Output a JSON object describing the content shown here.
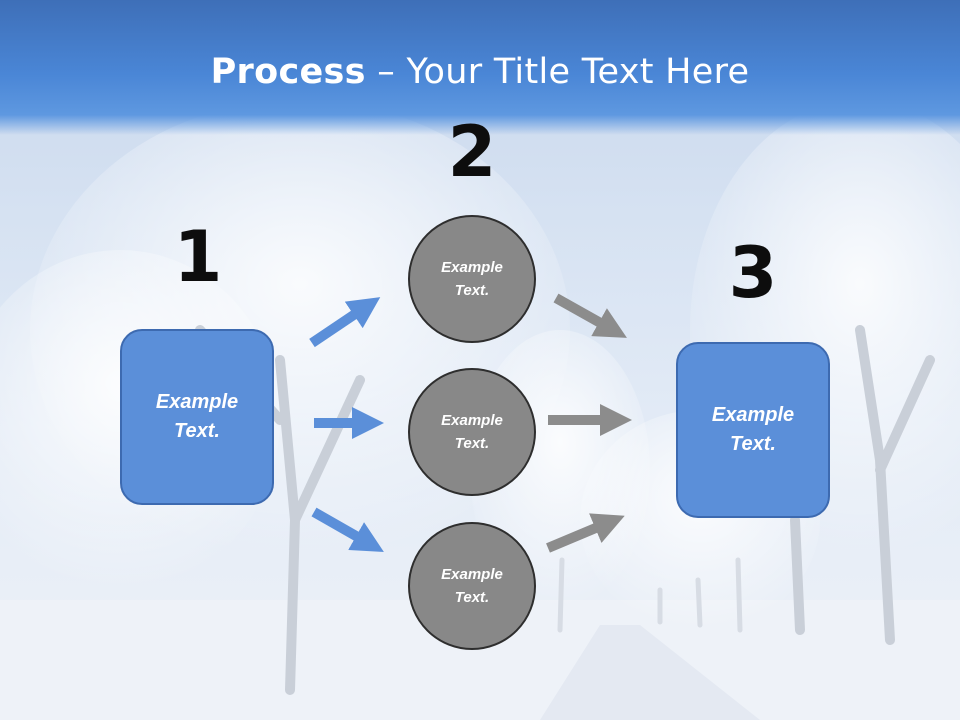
{
  "slide": {
    "title_bold": "Process",
    "title_rest": " – Your Title Text Here"
  },
  "steps": {
    "one": {
      "number": "1",
      "text": "Example Text."
    },
    "two": {
      "number": "2"
    },
    "three": {
      "number": "3",
      "text": "Example Text."
    }
  },
  "circles": [
    {
      "text": "Example Text."
    },
    {
      "text": "Example Text."
    },
    {
      "text": "Example Text."
    }
  ],
  "colors": {
    "title_bar": "#4a86d6",
    "box_fill": "#5b8fd9",
    "circle_fill": "#888888",
    "arrow_blue": "#5b8fd9",
    "arrow_gray": "#8c8c8c"
  }
}
